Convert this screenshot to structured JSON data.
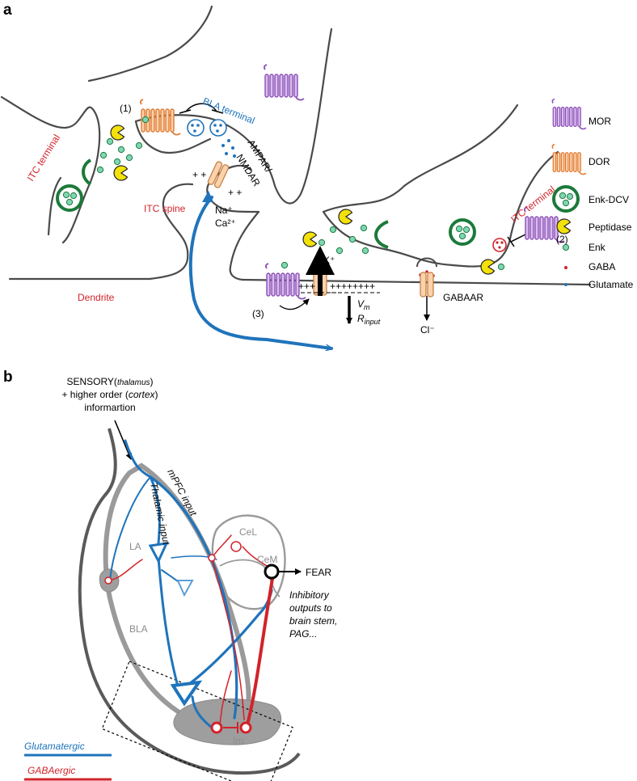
{
  "colors": {
    "glutamatergic": "#1f74bb",
    "gabaergic": "#d2232a",
    "mor": "#8b4fb5",
    "dor": "#f29b55",
    "enk_dcv": "#1c7a3a",
    "peptidase": "#f2e10a",
    "enk": "#7fd6b4",
    "gaba": "#d2232a",
    "glutamate": "#1f74bb",
    "membrane": "#4a4a4a",
    "nucleus_fill": "#bdbdbd"
  },
  "panel_a": {
    "panel_label": "a",
    "bla_terminal": "BLA terminal",
    "itc_terminal_left": "ITC terminal",
    "itc_terminal_right": "ITC terminal",
    "itc_spine": "ITC spine",
    "dendrite": "Dendrite",
    "ampar": "AMPAR/",
    "nmdar": "NMDAR",
    "na": "Na⁺",
    "ca": "Ca²⁺",
    "k": "K⁺",
    "vm": "V",
    "vm_sub": "m",
    "rinput": "R",
    "rinput_sub": "input",
    "gabaar": "GABAAR",
    "cl": "Cl⁻",
    "marker_1": "(1)",
    "marker_2": "(2)",
    "marker_3": "(3)",
    "charges_left": "+++",
    "charges_right": "++++++++",
    "charges_spine_left": "+ +",
    "charges_spine_right": "+ +"
  },
  "legend": {
    "items": [
      {
        "label": "MOR",
        "icon": "mor-receptor-icon"
      },
      {
        "label": "DOR",
        "icon": "dor-receptor-icon"
      },
      {
        "label": "Enk-DCV",
        "icon": "enk-dcv-icon"
      },
      {
        "label": "Peptidase",
        "icon": "peptidase-icon"
      },
      {
        "label": "Enk",
        "icon": "enk-dot-icon"
      },
      {
        "label": "GABA",
        "icon": "gaba-dot-icon"
      },
      {
        "label": "Glutamate",
        "icon": "glutamate-dot-icon"
      }
    ]
  },
  "panel_b": {
    "panel_label": "b",
    "input_line1_a": "SENSORY(",
    "input_line1_b": "thalamus",
    "input_line1_c": ")",
    "input_line2_a": "+ higher order (",
    "input_line2_b": "cortex",
    "input_line2_c": ")",
    "input_line3": "informartion",
    "thalamic_input": "Thalamic input",
    "mpfc_input": "mPFC input",
    "la": "LA",
    "bla": "BLA",
    "cel": "CeL",
    "cem": "CeM",
    "im": "Im",
    "fear": "FEAR",
    "outputs_line1": "Inhibitory",
    "outputs_line2": "outputs to",
    "outputs_line3": "brain stem,",
    "outputs_line4": "PAG...",
    "legend_glut": "Glutamatergic",
    "legend_gaba": "GABAergic"
  }
}
